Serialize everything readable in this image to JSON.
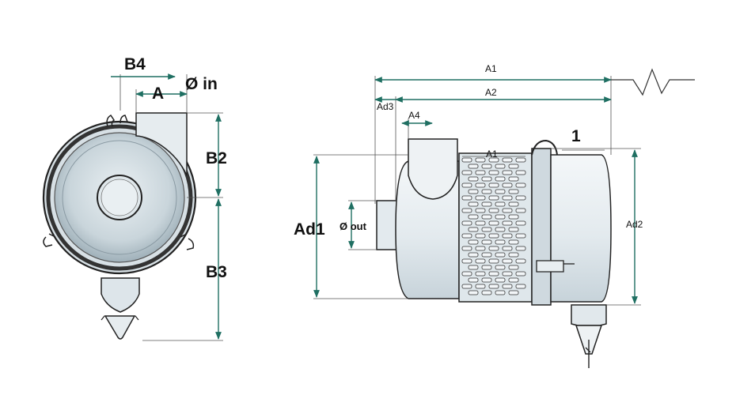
{
  "diagram": {
    "front_view_labels": {
      "b4": "B4",
      "a": "A",
      "inlet_diameter": "Ø in",
      "b2": "B2",
      "b3": "B3"
    },
    "side_view_labels": {
      "a1_top": "A1",
      "a2": "A2",
      "ad3": "Ad3",
      "a4": "A4",
      "a1_inner": "A1",
      "item_1": "1",
      "ad1": "Ad1",
      "outlet_diameter": "Ø out",
      "ad2": "Ad2"
    },
    "colors": {
      "dimension": "#1f6f62",
      "outline": "#222222",
      "shade": "#b9c7cf",
      "light": "#e8eef1"
    }
  }
}
